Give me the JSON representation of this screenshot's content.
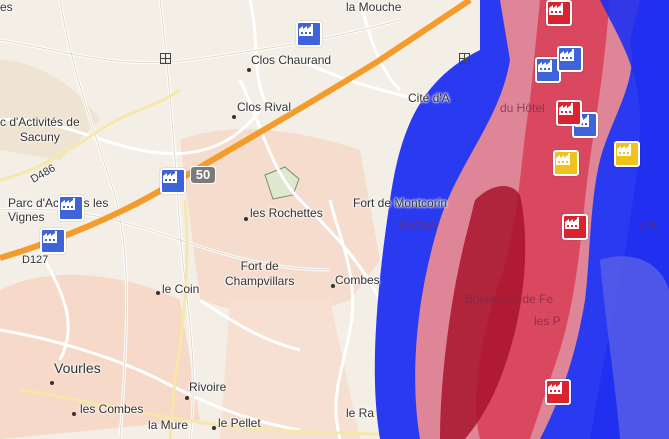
{
  "map": {
    "colors": {
      "land": "#f3efe6",
      "urban": "#f4d5c5",
      "motorway": "#f39c2c",
      "risk_blue": "#1f2ff0",
      "risk_pink": "#ef8c90",
      "risk_red": "#d8344e",
      "risk_darkred": "#a8142c",
      "factory_blue": "#3f63d8",
      "factory_red": "#d9232f",
      "factory_yellow": "#f1c21a"
    },
    "labels": {
      "mouche": "la Mouche",
      "es": "es",
      "clos_chaurand": "Clos Chaurand",
      "clos_rival": "Clos Rival",
      "cite": "Cité d'A",
      "hotel": "du Hôtel",
      "parc_sacuny": "c d'Activités de\nSacuny",
      "d486": "D486",
      "parc_vitis": "Parc d'Activités les\nVignes",
      "d127": "D127",
      "road_50": "50",
      "rochettes": "les Rochettes",
      "fort_montcorin": "Fort de Montcorin",
      "irigny": "IRIGNY",
      "fort_champvillars": "Fort de\nChampvillars",
      "le_coin": "le Coin",
      "combes": "Combes",
      "boulevard": "Boulevard de Fe",
      "les_p": "les P",
      "vourles": "Vourles",
      "rivoire": "Rivoire",
      "les_combes": "les Combes",
      "la_mure": "la Mure",
      "le_pellet": "le Pellet",
      "le_raon": "le Ra",
      "d_a": "d'A"
    },
    "facilities": [
      {
        "type": "factory",
        "color": "blue"
      },
      {
        "type": "factory",
        "color": "blue"
      },
      {
        "type": "factory",
        "color": "blue"
      },
      {
        "type": "factory",
        "color": "blue"
      },
      {
        "type": "factory",
        "color": "blue"
      },
      {
        "type": "factory",
        "color": "blue"
      },
      {
        "type": "factory",
        "color": "blue"
      },
      {
        "type": "factory",
        "color": "red"
      },
      {
        "type": "factory",
        "color": "red"
      },
      {
        "type": "factory",
        "color": "red"
      },
      {
        "type": "factory",
        "color": "red"
      },
      {
        "type": "factory",
        "color": "yellow"
      },
      {
        "type": "factory",
        "color": "yellow"
      }
    ],
    "icons": [
      "factory-icon",
      "grid-marker-icon",
      "road-shield-icon"
    ]
  }
}
